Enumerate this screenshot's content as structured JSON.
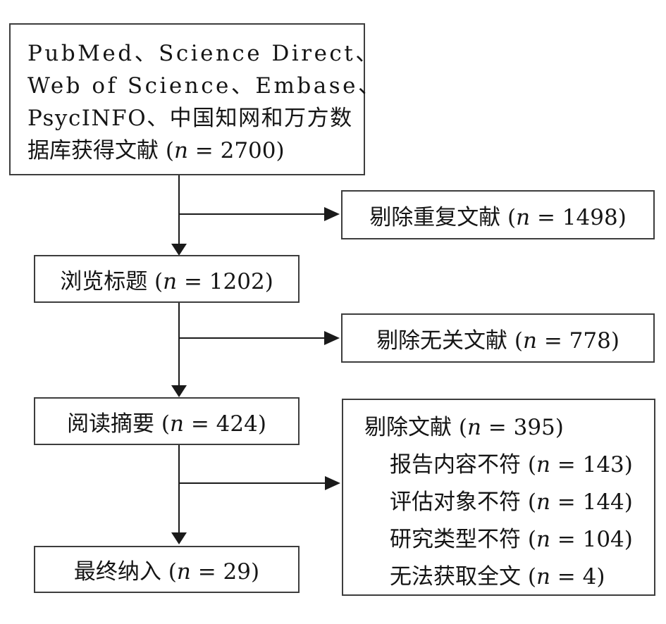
{
  "figure": {
    "type": "prisma-flowchart",
    "background_color": "#ffffff",
    "line_color": "#1a1a1a",
    "box_border_color": "#3d3d3d"
  },
  "boxes": {
    "source": {
      "line1": "PubMed、Science Direct、",
      "line2": "Web of Science、Embase、",
      "line3": "PsycINFO、中国知网和万方数",
      "line4_pre": "据库获得文献 (",
      "n_var": "n",
      "line4_post": " = 2700)"
    },
    "dedupe": {
      "pre": "剔除重复文献 (",
      "var": "n",
      "post": " = 1498)"
    },
    "title_screen": {
      "pre": "浏览标题 (",
      "var": "n",
      "post": " = 1202)"
    },
    "irrelevant": {
      "pre": "剔除无关文献 (",
      "var": "n",
      "post": " = 778)"
    },
    "abstract_read": {
      "pre": "阅读摘要 (",
      "var": "n",
      "post": " = 424)"
    },
    "excluded": {
      "lines": [
        {
          "pre": "剔除文献 (",
          "var": "n",
          "post": " = 395)"
        },
        {
          "pre": "报告内容不符 (",
          "var": "n",
          "post": " = 143)"
        },
        {
          "pre": "评估对象不符 (",
          "var": "n",
          "post": " = 144)"
        },
        {
          "pre": "研究类型不符 (",
          "var": "n",
          "post": " = 104)"
        },
        {
          "pre": "无法获取全文 (",
          "var": "n",
          "post": " = 4)"
        }
      ]
    },
    "final": {
      "pre": "最终纳入 (",
      "var": "n",
      "post": " = 29)"
    }
  },
  "counts": {
    "identified": 2700,
    "duplicates_removed": 1498,
    "titles_screened": 1202,
    "irrelevant_removed": 778,
    "abstracts_read": 424,
    "excluded_total": 395,
    "excluded_report_content": 143,
    "excluded_assessment_target": 144,
    "excluded_study_type": 104,
    "excluded_no_fulltext": 4,
    "final_included": 29
  }
}
